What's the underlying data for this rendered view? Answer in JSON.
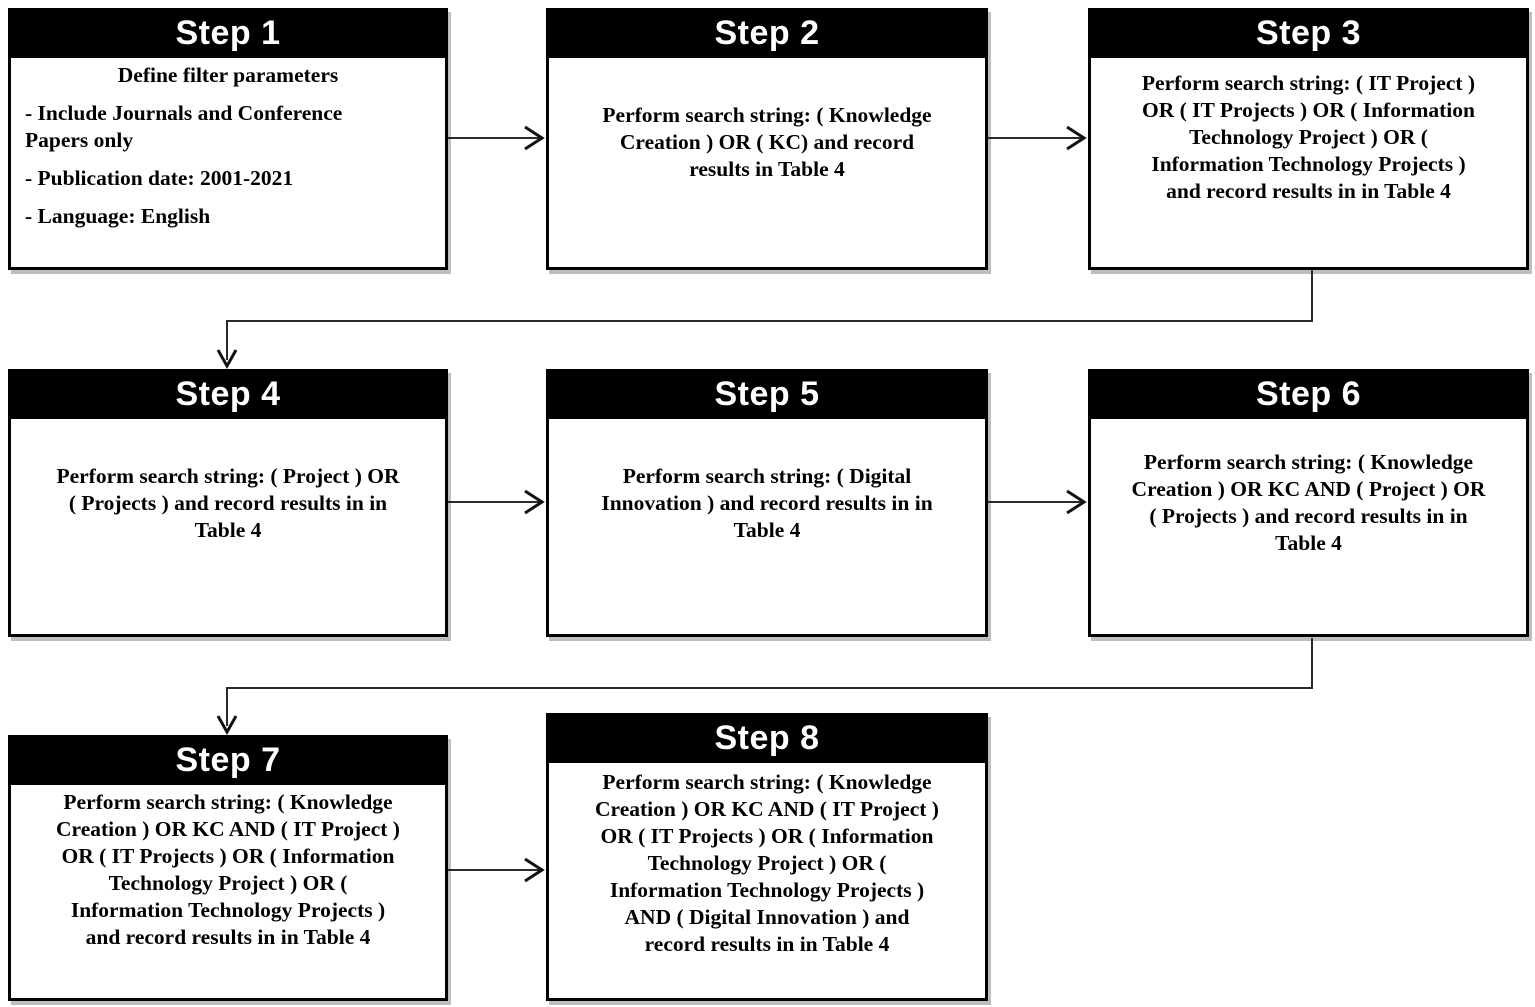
{
  "diagram": {
    "colors": {
      "header_bg": "#000000",
      "header_text": "#ffffff",
      "body_bg": "#ffffff",
      "border": "#000000",
      "connector": "#2a2a2a"
    },
    "steps": [
      {
        "header": "Step 1",
        "subtitle": "Define filter parameters",
        "bullets": [
          [
            "- Include Journals and Conference",
            "Papers only"
          ],
          [
            "- Publication date: 2001-2021"
          ],
          [
            "- Language: English"
          ]
        ]
      },
      {
        "header": "Step 2",
        "lines": [
          "Perform search string: ( Knowledge",
          "Creation ) OR ( KC)  and record",
          "results in Table 4"
        ]
      },
      {
        "header": "Step 3",
        "lines": [
          "Perform search string: ( IT Project )",
          "OR ( IT Projects ) OR ( Information",
          "Technology Project ) OR (",
          "Information Technology Projects )",
          "and record results in in Table 4"
        ]
      },
      {
        "header": "Step 4",
        "lines": [
          "Perform search string: ( Project ) OR",
          "( Projects ) and record results in in",
          "Table 4"
        ]
      },
      {
        "header": "Step 5",
        "lines": [
          "Perform search string: ( Digital",
          "Innovation ) and record results in in",
          "Table 4"
        ]
      },
      {
        "header": "Step 6",
        "lines": [
          "Perform search string: ( Knowledge",
          "Creation ) OR KC AND ( Project ) OR",
          "( Projects ) and record results in in",
          "Table 4"
        ]
      },
      {
        "header": "Step 7",
        "lines": [
          "Perform search string: ( Knowledge",
          "Creation ) OR KC AND ( IT Project )",
          "OR ( IT Projects ) OR ( Information",
          "Technology Project ) OR (",
          "Information Technology Projects )",
          "and record results in in Table 4"
        ]
      },
      {
        "header": "Step 8",
        "lines": [
          "Perform search string: ( Knowledge",
          "Creation ) OR KC AND ( IT Project )",
          "OR ( IT Projects ) OR ( Information",
          "Technology Project ) OR (",
          "Information Technology Projects )",
          "AND ( Digital Innovation ) and",
          "record results in in Table 4"
        ]
      }
    ]
  }
}
